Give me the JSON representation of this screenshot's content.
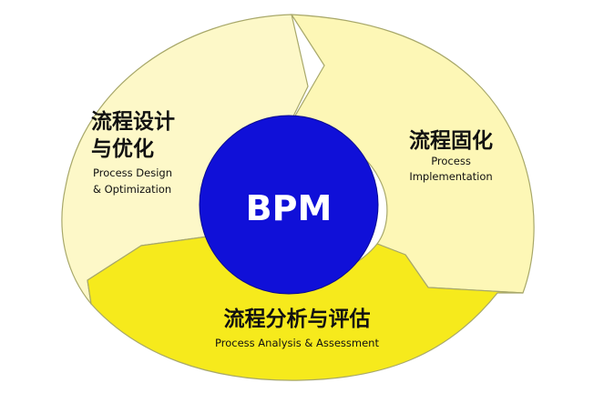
{
  "diagram": {
    "center": {
      "label": "BPM"
    },
    "segments": [
      {
        "title_line1": "流程设计",
        "title_line2": "与优化",
        "subtitle_line1": "Process Design",
        "subtitle_line2": "& Optimization"
      },
      {
        "title": "流程固化",
        "subtitle_line1": "Process",
        "subtitle_line2": "Implementation"
      },
      {
        "title": "流程分析与评估",
        "subtitle": "Process Analysis & Assessment"
      }
    ],
    "colors": {
      "left_segment_fill": "#fdf8c8",
      "right_segment_fill": "#fdf7b6",
      "bottom_segment_fill": "#f6ea1c",
      "center_fill": "#1010d8",
      "center_text": "#ffffff",
      "outline": "#a8a86a",
      "text": "#111111"
    }
  }
}
